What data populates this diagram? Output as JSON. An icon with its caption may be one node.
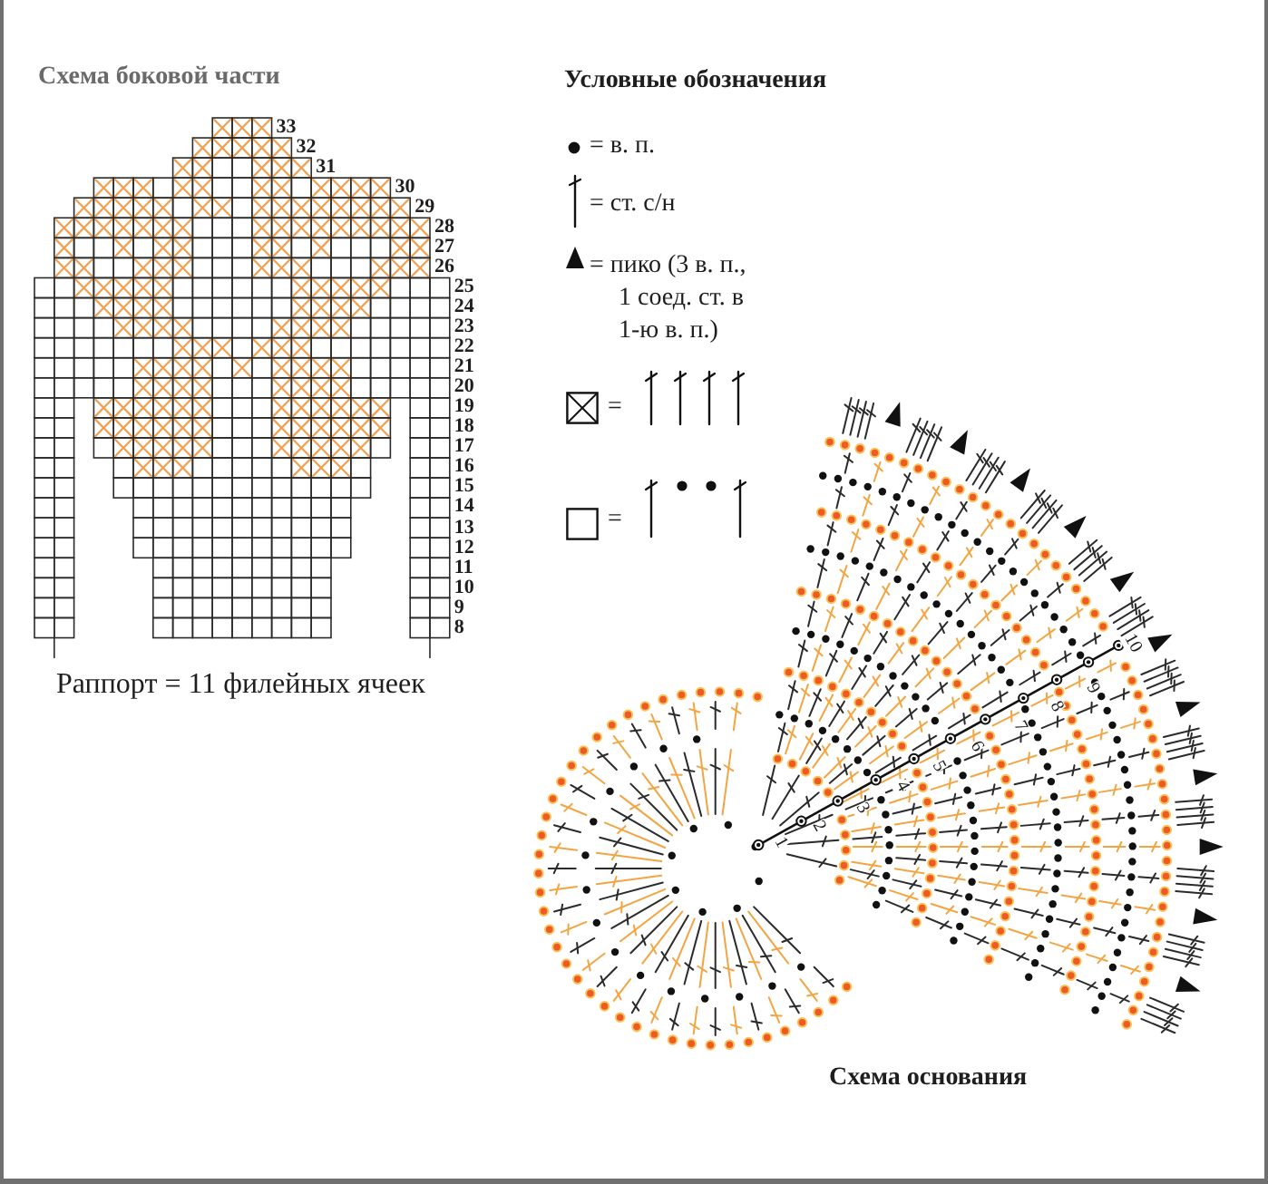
{
  "diagram": {
    "labels": [
      "Схема боковой части",
      "33",
      "32",
      "31",
      "30",
      "29",
      "28",
      "27",
      "26",
      "25",
      "24",
      "23",
      "22",
      "21",
      "20",
      "19",
      "18",
      "17",
      "16",
      "15",
      "14",
      "13",
      "12",
      "11",
      "10",
      "9",
      "8",
      "Раппорт = 11 филейных ячеек",
      "Условные обозначения",
      "1",
      "2",
      "3",
      "4",
      "5",
      "6",
      "7",
      "8",
      "9",
      "10",
      "Схема основания"
    ],
    "legend": [
      {
        "text": "= в. п."
      },
      {
        "text": "= ст. с/н"
      },
      {
        "text": "= пико (3 в. п., 1 соед. ст. в 1-ю в. п.)"
      },
      {
        "text": "="
      },
      {
        "text": "="
      }
    ]
  }
}
